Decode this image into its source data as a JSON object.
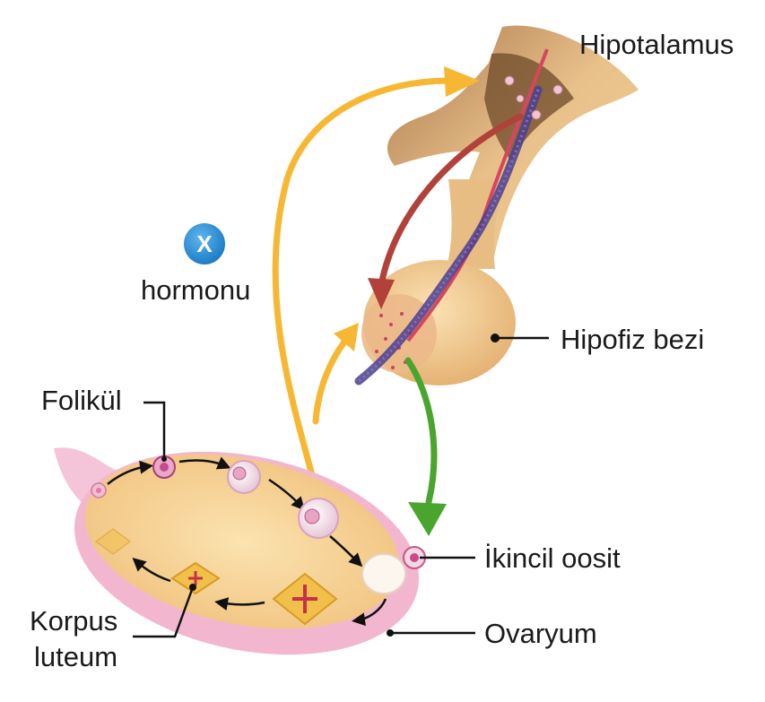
{
  "labels": {
    "hypothalamus": "Hipotalamus",
    "pituitary": "Hipofiz bezi",
    "follicle": "Folikül",
    "secondary_oocyte": "İkincil oosit",
    "ovary": "Ovaryum",
    "corpus_line1": "Korpus",
    "corpus_line2": "luteum",
    "hormone_letter": "X",
    "hormone_word": "hormonu"
  },
  "colors": {
    "yellow_arrow": "#f7b733",
    "red_arrow": "#b2413a",
    "green_arrow": "#4aa52e",
    "ovary_fill": "#f6d28f",
    "ovary_outer": "#f2b7cf",
    "gland": "#f2c98b",
    "badge": "#2a8bd6"
  }
}
